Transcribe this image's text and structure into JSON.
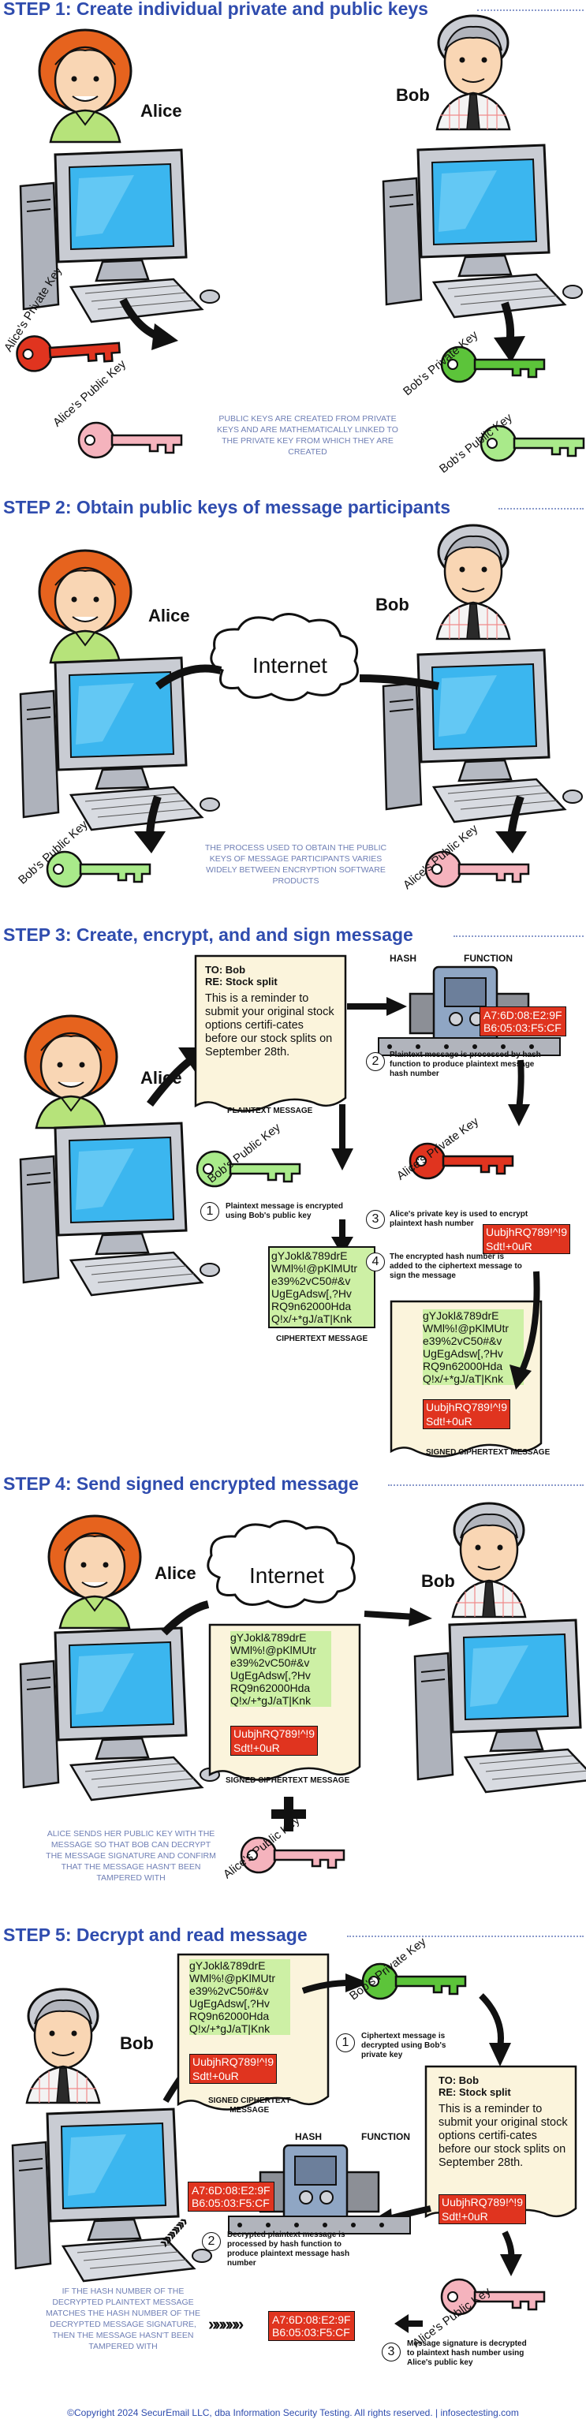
{
  "steps": [
    {
      "title": "STEP 1: Create individual private and public keys"
    },
    {
      "title": "STEP 2: Obtain public keys of message participants"
    },
    {
      "title": "STEP 3: Create, encrypt, and and sign message"
    },
    {
      "title": "STEP 4: Send signed encrypted message"
    },
    {
      "title": "STEP 5: Decrypt and read message"
    }
  ],
  "people": {
    "alice": "Alice",
    "bob": "Bob"
  },
  "keys": {
    "alice_private": "Alice's Private Key",
    "alice_public": "Alice's Public Key",
    "bob_private": "Bob's Private Key",
    "bob_public": "Bob's Public Key"
  },
  "internet": "Internet",
  "notes": {
    "step1": "PUBLIC KEYS ARE CREATED FROM PRIVATE KEYS AND ARE MATHEMATICALLY LINKED TO THE PRIVATE KEY FROM WHICH THEY ARE CREATED",
    "step2": "THE PROCESS USED TO OBTAIN THE PUBLIC KEYS OF MESSAGE PARTICIPANTS VARIES WIDELY BETWEEN ENCRYPTION SOFTWARE PRODUCTS",
    "step4": "ALICE SENDS HER PUBLIC KEY WITH THE MESSAGE SO THAT BOB CAN DECRYPT THE MESSAGE SIGNATURE AND CONFIRM THAT THE MESSAGE HASN'T BEEN TAMPERED WITH",
    "step5": "IF THE HASH NUMBER OF THE DECRYPTED PLAINTEXT MESSAGE MATCHES THE HASH NUMBER OF THE DECRYPTED MESSAGE SIGNATURE, THEN THE MESSAGE HASN'T BEEN TAMPERED WITH"
  },
  "message": {
    "to": "TO: Bob",
    "re": "RE: Stock split",
    "body": "This is a reminder to submit your original stock options certifi-cates before our stock splits on September 28th."
  },
  "hash_function": {
    "left": "HASH",
    "right": "FUNCTION"
  },
  "hash_number": {
    "line1": "A7:6D:08:E2:9F",
    "line2": "B6:05:03:F5:CF"
  },
  "ciphertext": [
    "gYJokl&789drE",
    "WMl%!@pKlMUtr",
    "e39%2vC50#&v",
    "UgEgAdsw[,?Hv",
    "RQ9n62000Hda",
    "Q!x/+*gJ/aT|Knk"
  ],
  "signature": {
    "line1": "UubjhRQ789!^!9",
    "line2": "Sdt!+0uR"
  },
  "captions": {
    "plaintext_message": "PLAINTEXT MESSAGE",
    "ciphertext_message": "CIPHERTEXT MESSAGE",
    "signed_ciphertext": "SIGNED CIPHERTEXT MESSAGE",
    "signed_ciphertext_2line_a": "SIGNED CIPHERTEXT",
    "signed_ciphertext_2line_b": "MESSAGE"
  },
  "step3_steps": {
    "s1": "Plaintext message is encrypted using Bob's public key",
    "s2": "Plaintext message is processed by hash function to produce plaintext message hash number",
    "s3": "Alice's private key is used to encrypt plaintext hash number",
    "s4": "The encrypted hash number is added to the ciphertext message to sign the message"
  },
  "step5_steps": {
    "s1": "Ciphertext message is decrypted using Bob's private key",
    "s2": "Decrypted plaintext message is processed by hash function to produce plaintext message hash number",
    "s3": "Message signature is decrypted to plaintext hash number using Alice's public key"
  },
  "numbers": {
    "n1": "1",
    "n2": "2",
    "n3": "3",
    "n4": "4"
  },
  "chevrons": "»»»»»",
  "footer": "©Copyright 2024 SecurEmail LLC, dba Information Security Testing. All rights reserved.  |  infosectesting.com",
  "colors": {
    "title_blue": "#2f4cae",
    "note_blue": "#6f7fb5",
    "private_key_red": "#e0341f",
    "public_key_pink": "#f5b3bd",
    "bob_private_green": "#5cc43a",
    "bob_public_green": "#a9ea8a",
    "monitor_screen": "#3bb6ef",
    "paper": "#fbf4dc"
  }
}
